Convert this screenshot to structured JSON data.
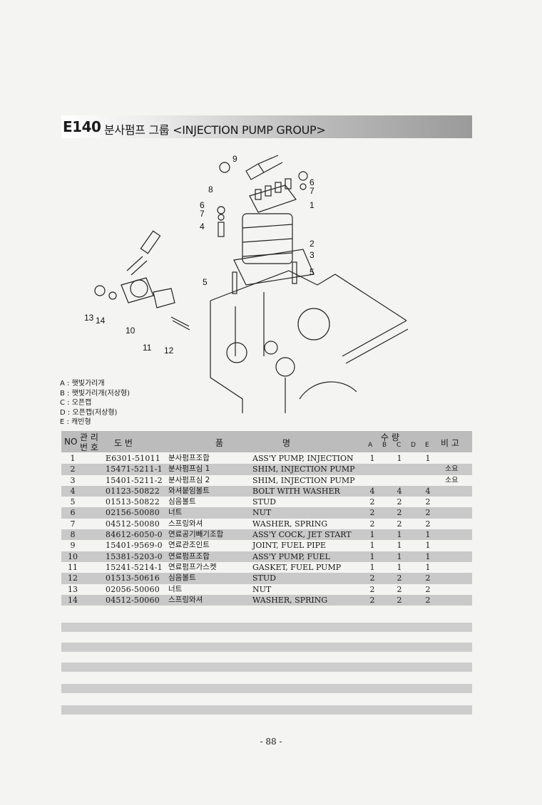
{
  "header": {
    "code": "E140",
    "title": "분사펌프 그룹 <INJECTION PUMP GROUP>"
  },
  "callouts": [
    "1",
    "2",
    "3",
    "4",
    "5",
    "6",
    "7",
    "8",
    "9",
    "10",
    "11",
    "12",
    "13",
    "14"
  ],
  "legend": [
    "A : 햇빛가리개",
    "B : 햇빛가리개(저상형)",
    "C : 오픈캡",
    "D : 오픈캡(저상형)",
    "E : 캐빈형"
  ],
  "table": {
    "headers": {
      "no": "NO",
      "mgmt": "관 리",
      "mgmt2": "번 호",
      "drawing": "도   번",
      "name1": "품",
      "name2": "명",
      "qty": "수   량",
      "qty_cols": [
        "A",
        "B",
        "C",
        "D",
        "E"
      ],
      "remarks": "비 고"
    },
    "rows": [
      {
        "no": "1",
        "part": "E6301-51011",
        "kr": "분사펌프조합",
        "en": "ASS'Y PUMP, INJECTION",
        "a": "1",
        "c": "1",
        "e": "1",
        "rem": ""
      },
      {
        "no": "2",
        "part": "15471-5211-1",
        "kr": "분사펌프심 1",
        "en": "SHIM, INJECTION PUMP",
        "a": "",
        "c": "",
        "e": "",
        "rem": "소요"
      },
      {
        "no": "3",
        "part": "15401-5211-2",
        "kr": "분사펌프심 2",
        "en": "SHIM, INJECTION PUMP",
        "a": "",
        "c": "",
        "e": "",
        "rem": "소요"
      },
      {
        "no": "4",
        "part": "01123-50822",
        "kr": "와셔붙임볼트",
        "en": "BOLT WITH WASHER",
        "a": "4",
        "c": "4",
        "e": "4",
        "rem": ""
      },
      {
        "no": "5",
        "part": "01513-50822",
        "kr": "심음볼트",
        "en": "STUD",
        "a": "2",
        "c": "2",
        "e": "2",
        "rem": ""
      },
      {
        "no": "6",
        "part": "02156-50080",
        "kr": "너트",
        "en": "NUT",
        "a": "2",
        "c": "2",
        "e": "2",
        "rem": ""
      },
      {
        "no": "7",
        "part": "04512-50080",
        "kr": "스프링와셔",
        "en": "WASHER, SPRING",
        "a": "2",
        "c": "2",
        "e": "2",
        "rem": ""
      },
      {
        "no": "8",
        "part": "84612-6050-0",
        "kr": "연료공기빼기조합",
        "en": "ASS'Y COCK, JET START",
        "a": "1",
        "c": "1",
        "e": "1",
        "rem": ""
      },
      {
        "no": "9",
        "part": "15401-9569-0",
        "kr": "연료관조인트",
        "en": "JOINT, FUEL PIPE",
        "a": "1",
        "c": "1",
        "e": "1",
        "rem": ""
      },
      {
        "no": "10",
        "part": "15381-5203-0",
        "kr": "연료펌프조합",
        "en": "ASS'Y PUMP, FUEL",
        "a": "1",
        "c": "1",
        "e": "1",
        "rem": ""
      },
      {
        "no": "11",
        "part": "15241-5214-1",
        "kr": "연료펌프가스켓",
        "en": "GASKET, FUEL PUMP",
        "a": "1",
        "c": "1",
        "e": "1",
        "rem": ""
      },
      {
        "no": "12",
        "part": "01513-50616",
        "kr": "심음볼트",
        "en": "STUD",
        "a": "2",
        "c": "2",
        "e": "2",
        "rem": ""
      },
      {
        "no": "13",
        "part": "02056-50060",
        "kr": "너트",
        "en": "NUT",
        "a": "2",
        "c": "2",
        "e": "2",
        "rem": ""
      },
      {
        "no": "14",
        "part": "04512-50060",
        "kr": "스프링와셔",
        "en": "WASHER, SPRING",
        "a": "2",
        "c": "2",
        "e": "2",
        "rem": ""
      }
    ]
  },
  "page_number": "- 88 -"
}
